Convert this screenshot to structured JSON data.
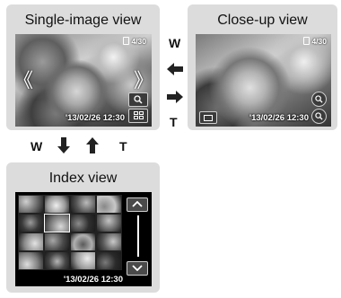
{
  "panels": {
    "single": {
      "title": "Single-image view",
      "counter": "4/30",
      "datetime": "'13/02/26  12:30",
      "left_chevron": "《",
      "right_chevron": "》"
    },
    "closeup": {
      "title": "Close-up view",
      "counter": "4/30",
      "datetime": "'13/02/26  12:30"
    },
    "index": {
      "title": "Index view",
      "datetime": "'13/02/26  12:30",
      "thumbnail_count": 16
    }
  },
  "transitions": {
    "zoom_in_letter": "W",
    "zoom_out_letter": "T",
    "to_index_letter": "W",
    "from_index_letter": "T"
  },
  "icons": {
    "zoom": "magnifier-icon",
    "index_grid": "grid-icon",
    "scroll_up": "chevron-up-icon",
    "scroll_down": "chevron-down-icon"
  },
  "colors": {
    "panel_bg": "#dcdcdc",
    "arrow": "#222222",
    "screen_bg": "#000000"
  }
}
